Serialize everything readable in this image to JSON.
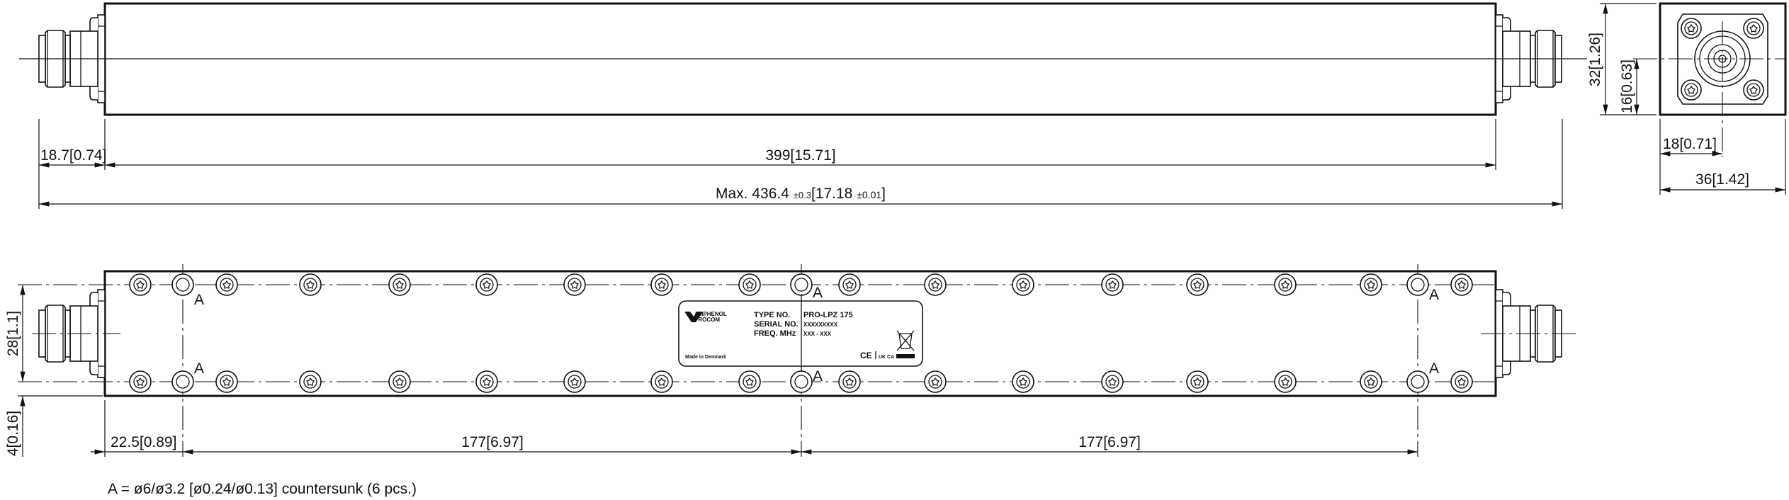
{
  "top_view": {
    "dim_connector": {
      "mm": "18.7",
      "in": "0.74"
    },
    "dim_body": {
      "mm": "399",
      "in": "15.71"
    },
    "dim_overall": {
      "prefix": "Max.",
      "mm": "436.4",
      "mm_tol": "±0.3",
      "in": "17.18",
      "in_tol": "±0.01"
    }
  },
  "end_view": {
    "dim_height": {
      "mm": "32",
      "in": "1.26"
    },
    "dim_half_height": {
      "mm": "16",
      "in": "0.63"
    },
    "dim_half_width": {
      "mm": "18",
      "in": "0.71"
    },
    "dim_width": {
      "mm": "36",
      "in": "1.42"
    }
  },
  "bottom_view": {
    "hole_marker": "A",
    "dim_hole_spacing_v": {
      "mm": "28",
      "in": "1.1"
    },
    "dim_hole_offset_v": {
      "mm": "4",
      "in": "0.16"
    },
    "dim_hole_offset_h": {
      "mm": "22.5",
      "in": "0.89"
    },
    "dim_hole_pitch_1": {
      "mm": "177",
      "in": "6.97"
    },
    "dim_hole_pitch_2": {
      "mm": "177",
      "in": "6.97"
    }
  },
  "nameplate": {
    "brand_line1": "AMPHENOL",
    "brand_line2": "PROCOM",
    "type_label": "TYPE NO.",
    "type_value": "PRO-LPZ 175",
    "serial_label": "SERIAL NO.",
    "serial_value": "XXXXXXXXX",
    "freq_label": "FREQ. MHz",
    "freq_value": "XXX - XXX",
    "origin": "Made in Denmark",
    "ce_mark": "CE",
    "ukca_mark": "UK CA"
  },
  "footnote": "A = ø6/ø3.2 [ø0.24/ø0.13] countersunk (6 pcs.)"
}
